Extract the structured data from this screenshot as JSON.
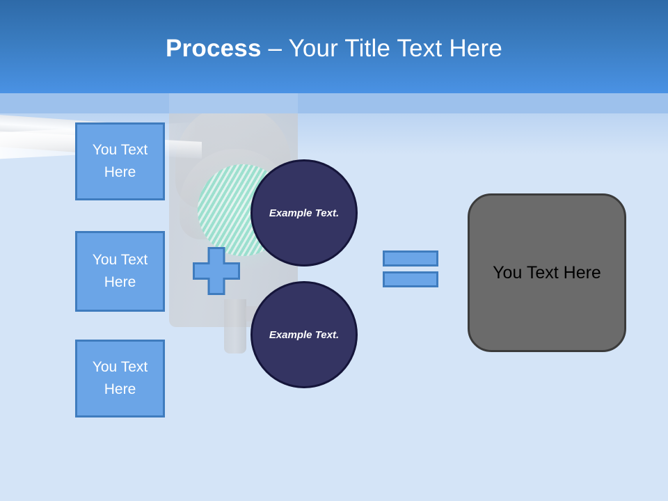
{
  "slide": {
    "title_strong": "Process",
    "title_rest": " – Your Title Text Here",
    "background_image": "traffic-light-green-photo"
  },
  "colors": {
    "header_gradient_top": "#2e6aa8",
    "header_gradient_bottom": "#4a92e4",
    "mid_band": "#9dc1ec",
    "body_background": "#d4e4f7",
    "step_box_fill": "#6ba5e7",
    "step_box_border": "#3f7cbe",
    "circle_fill": "#343462",
    "circle_border": "#15153a",
    "result_box_fill": "#6b6b6b",
    "result_box_border": "#3b3b3b",
    "title_text": "#ffffff"
  },
  "steps": [
    {
      "label": "You Text Here"
    },
    {
      "label": "You Text Here"
    },
    {
      "label": "You Text Here"
    }
  ],
  "operators": {
    "plus": "plus-sign",
    "equals": "equals-sign"
  },
  "circles": [
    {
      "label": "Example Text."
    },
    {
      "label": "Example Text."
    }
  ],
  "result": {
    "label": "You Text Here"
  }
}
